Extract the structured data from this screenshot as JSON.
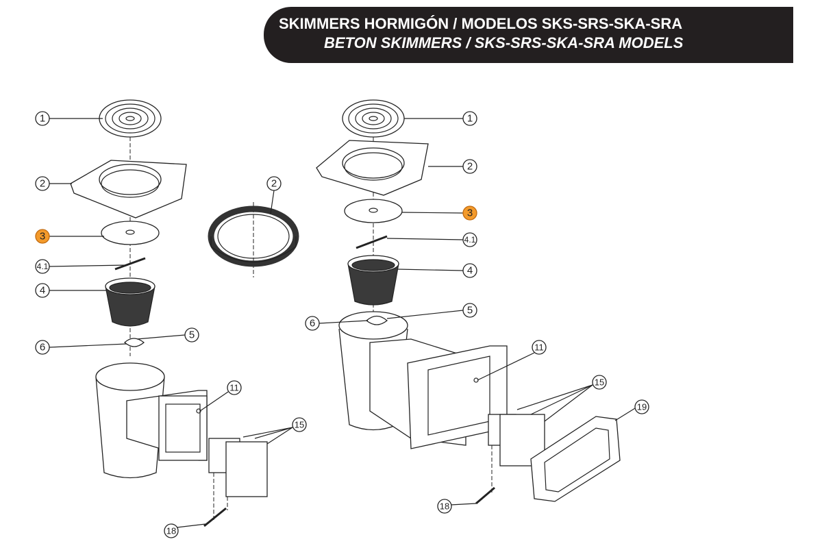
{
  "header": {
    "title_es": "SKIMMERS HORMIGÓN / MODELOS SKS-SRS-SKA-SRA",
    "title_en": "BETON SKIMMERS  / SKS-SRS-SKA-SRA MODELS",
    "background": "#231f20"
  },
  "highlight_color": "#f39a2b",
  "left_callouts": [
    "1",
    "2",
    "3",
    "4.1",
    "4",
    "5",
    "6",
    "11",
    "15",
    "18"
  ],
  "middle_callouts": [
    "2"
  ],
  "right_callouts": [
    "1",
    "2",
    "3",
    "4.1",
    "4",
    "5",
    "6",
    "11",
    "15",
    "19",
    "18"
  ]
}
